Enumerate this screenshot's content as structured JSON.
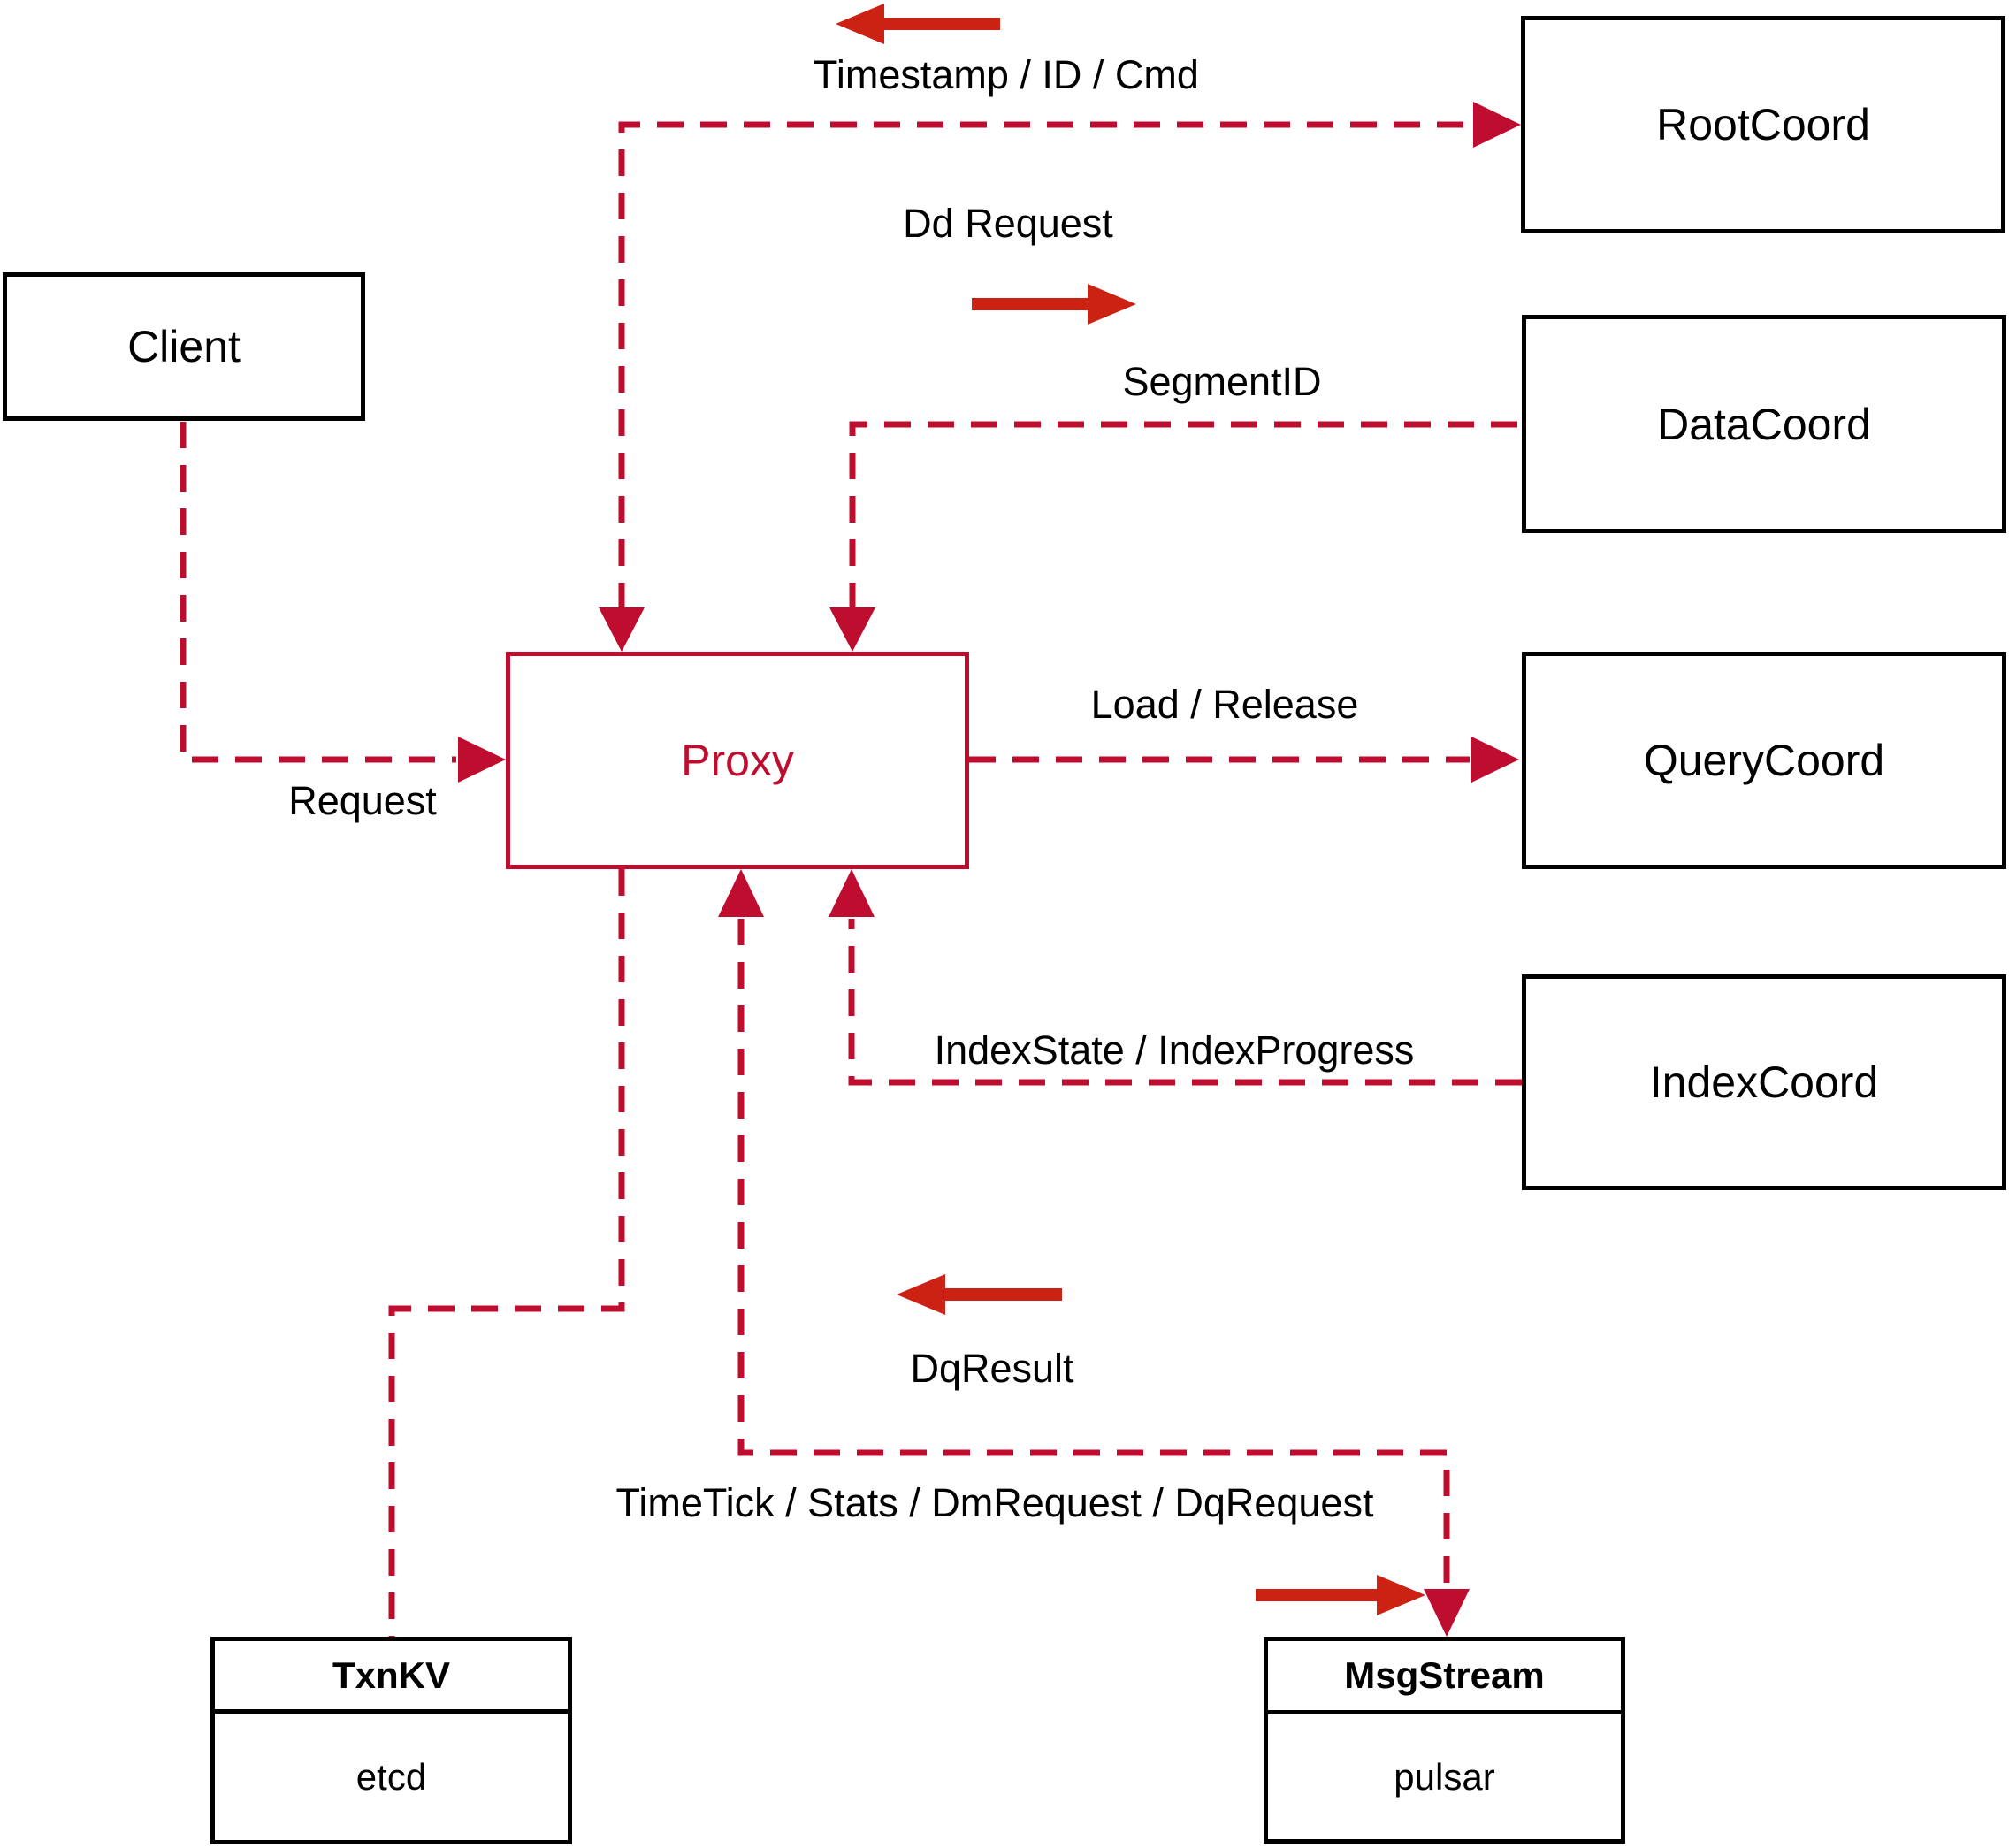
{
  "nodes": {
    "client": {
      "label": "Client"
    },
    "proxy": {
      "label": "Proxy"
    },
    "rootcoord": {
      "label": "RootCoord"
    },
    "datacoord": {
      "label": "DataCoord"
    },
    "querycoord": {
      "label": "QueryCoord"
    },
    "indexcoord": {
      "label": "IndexCoord"
    },
    "txnkv": {
      "title": "TxnKV",
      "impl": "etcd"
    },
    "msgstream": {
      "title": "MsgStream",
      "impl": "pulsar"
    }
  },
  "edges": {
    "request": {
      "label": "Request"
    },
    "timestamp_id_cmd": {
      "label": "Timestamp / ID / Cmd"
    },
    "dd_request": {
      "label": "Dd Request"
    },
    "segment_id": {
      "label": "SegmentID"
    },
    "load_release": {
      "label": "Load / Release"
    },
    "index_state": {
      "label": "IndexState / IndexProgress"
    },
    "dq_result": {
      "label": "DqResult"
    },
    "time_tick": {
      "label": "TimeTick / Stats / DmRequest / DqRequest"
    }
  },
  "colors": {
    "dashed_line": "#bf0d30",
    "solid_arrow": "#cc2214",
    "node_border": "#000000",
    "proxy_accent": "#bf0d30",
    "label_text": "#000000",
    "background": "#ffffff"
  }
}
